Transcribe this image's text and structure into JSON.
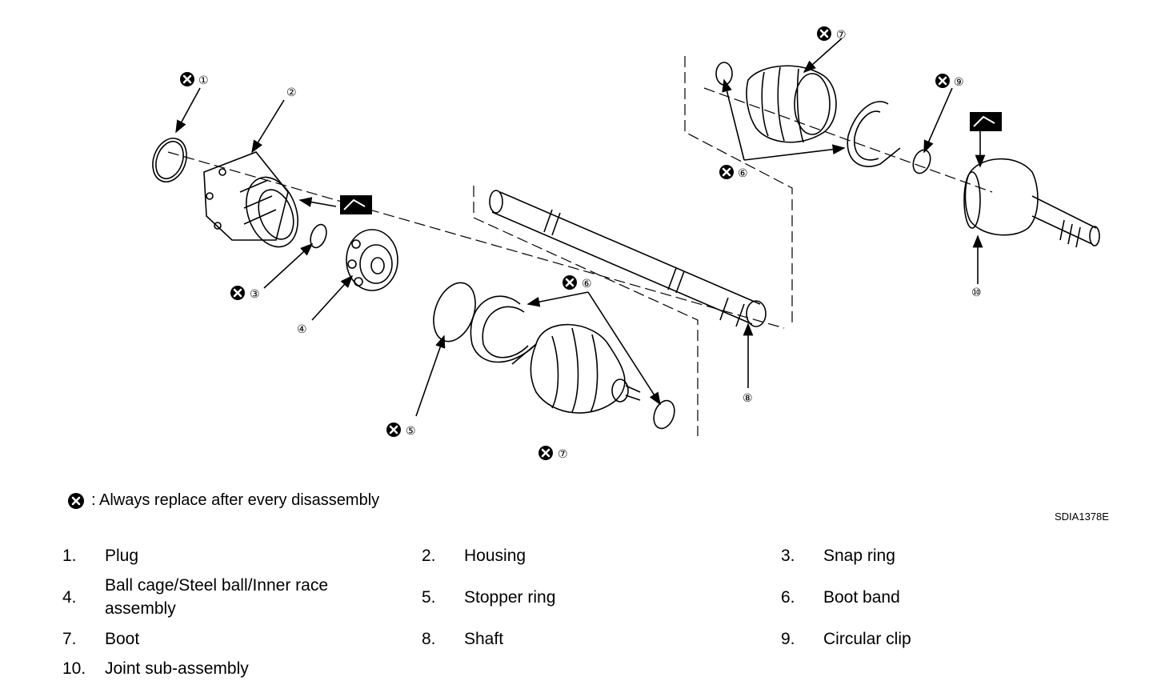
{
  "legend": {
    "replace_icon": "x-circle-icon",
    "replace_text": ": Always replace after every disassembly"
  },
  "figure_code": "SDIA1378E",
  "callouts": [
    "①",
    "②",
    "③",
    "④",
    "⑤",
    "⑥",
    "⑥",
    "⑦",
    "⑦",
    "⑧",
    "⑨",
    "⑩"
  ],
  "parts": [
    {
      "num": "1.",
      "label": "Plug"
    },
    {
      "num": "2.",
      "label": "Housing"
    },
    {
      "num": "3.",
      "label": "Snap ring"
    },
    {
      "num": "4.",
      "label": "Ball cage/Steel ball/Inner race assembly"
    },
    {
      "num": "5.",
      "label": "Stopper ring"
    },
    {
      "num": "6.",
      "label": "Boot band"
    },
    {
      "num": "7.",
      "label": "Boot"
    },
    {
      "num": "8.",
      "label": "Shaft"
    },
    {
      "num": "9.",
      "label": "Circular clip"
    },
    {
      "num": "10.",
      "label": "Joint sub-assembly"
    }
  ]
}
